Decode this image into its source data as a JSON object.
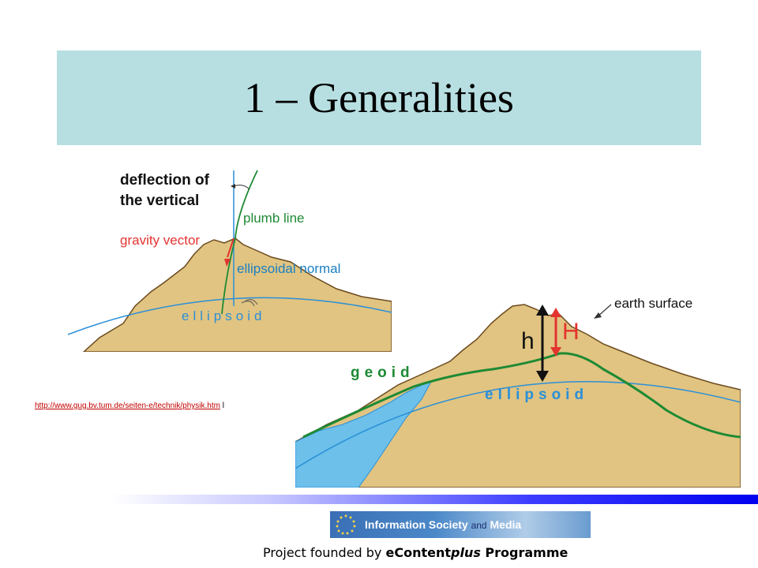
{
  "slide": {
    "title": "1 – Generalities"
  },
  "figure1": {
    "label_deflection_line1": "deflection of",
    "label_deflection_line2": "the vertical",
    "label_plumb_line": "plumb line",
    "label_gravity_vector": "gravity vector",
    "label_ellipsoidal_normal": "ellipsoidal normal",
    "label_ellipsoid": "ellipsoid"
  },
  "figure2": {
    "label_earth_surface": "earth surface",
    "label_h_upper": "H",
    "label_h_lower": "h",
    "label_geoid": "geoid",
    "label_ellipsoid": "ellipsoid"
  },
  "source": {
    "url": "http://www.gug.bv.tum.de/seiten-e/technik/physik.htm",
    "suffix": "l"
  },
  "banner": {
    "part1": "Information Society",
    "part2": "and",
    "part3": "Media"
  },
  "footer": {
    "prefix": "Project founded by ",
    "brand1": "eContent",
    "brand2": "plus",
    "suffix": " Programme"
  },
  "colors": {
    "title_band": "#b7dfe2",
    "terrain": "#e1c481",
    "gravity_red": "#e3342f",
    "plumb_blue": "#2a8fd8",
    "geoid_green": "#1e8a34",
    "ellipsoid_text": "#2a8fd8"
  }
}
